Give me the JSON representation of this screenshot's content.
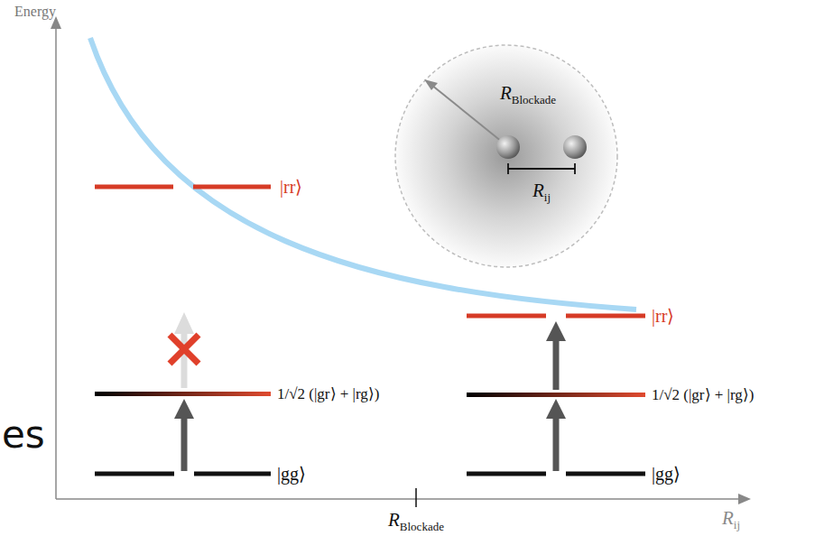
{
  "diagram": {
    "nodes": [
      {
        "text": [
          "RBlockade",
          "Rij"
        ]
      }
    ],
    "labels": [
      "Energy",
      "|rr⟩",
      "1/√2 (|gr⟩ + |rg⟩)",
      "|gg⟩",
      "|rr⟩",
      "1/√2 (|gr⟩ + |rg⟩)",
      "|gg⟩",
      "RBlockade",
      "Rij",
      "es"
    ]
  }
}
